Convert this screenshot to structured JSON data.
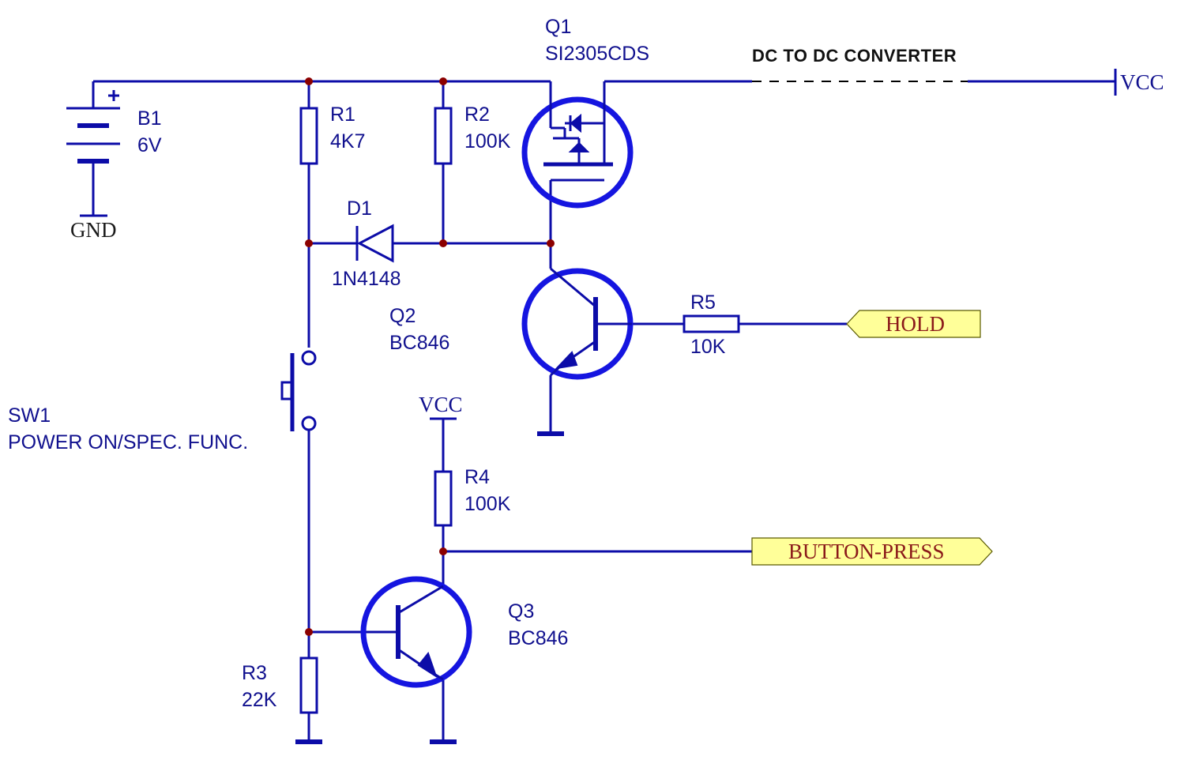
{
  "components": {
    "battery": {
      "ref": "B1",
      "value": "6V",
      "polarity": "+"
    },
    "gnd_label": "GND",
    "r1": {
      "ref": "R1",
      "value": "4K7"
    },
    "r2": {
      "ref": "R2",
      "value": "100K"
    },
    "r3": {
      "ref": "R3",
      "value": "22K"
    },
    "r4": {
      "ref": "R4",
      "value": "100K"
    },
    "r5": {
      "ref": "R5",
      "value": "10K"
    },
    "d1": {
      "ref": "D1",
      "value": "1N4148"
    },
    "q1": {
      "ref": "Q1",
      "value": "SI2305CDS"
    },
    "q2": {
      "ref": "Q2",
      "value": "BC846"
    },
    "q3": {
      "ref": "Q3",
      "value": "BC846"
    },
    "sw1": {
      "ref": "SW1",
      "value": "POWER ON/SPEC. FUNC."
    }
  },
  "nets": {
    "vcc_right": "VCC",
    "vcc_mid": "VCC",
    "converter_note": "DC TO DC CONVERTER",
    "port_hold": "HOLD",
    "port_button": "BUTTON-PRESS"
  },
  "colors": {
    "wire": "#0c0ca8",
    "junction": "#8b0000",
    "port_fill": "#ffff99",
    "port_text": "#8b1a1a"
  }
}
